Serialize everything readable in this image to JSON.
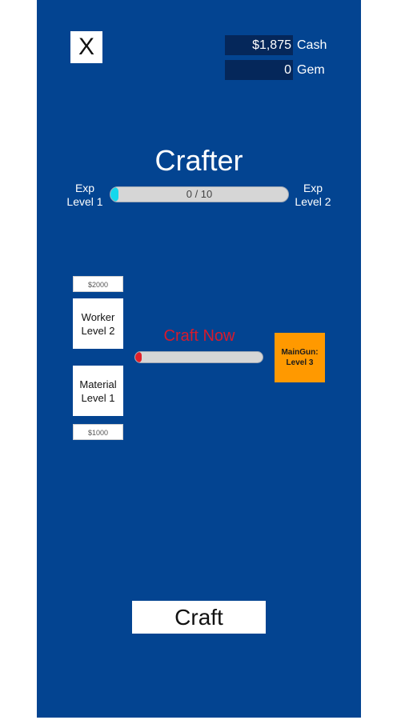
{
  "header": {
    "close_label": "X",
    "cash": {
      "value": "$1,875",
      "label": "Cash"
    },
    "gem": {
      "value": "0",
      "label": "Gem"
    }
  },
  "title": "Crafter",
  "exp": {
    "left_line1": "Exp",
    "left_line2": "Level 1",
    "right_line1": "Exp",
    "right_line2": "Level 2",
    "progress_text": "0 / 10",
    "current": 0,
    "max": 10,
    "fill_color": "#14d8ec"
  },
  "upgrades": {
    "worker": {
      "price": "$2000",
      "line1": "Worker",
      "line2": "Level 2"
    },
    "material": {
      "price": "$1000",
      "line1": "Material",
      "line2": "Level 1"
    }
  },
  "craft": {
    "status_label": "Craft Now",
    "progress": 0,
    "fill_color": "#e0202a",
    "product_line1": "MainGun:",
    "product_line2": "Level 3",
    "product_color": "#ff9900",
    "button_label": "Craft"
  },
  "colors": {
    "panel": "#034491",
    "currency_box": "#05275a"
  }
}
